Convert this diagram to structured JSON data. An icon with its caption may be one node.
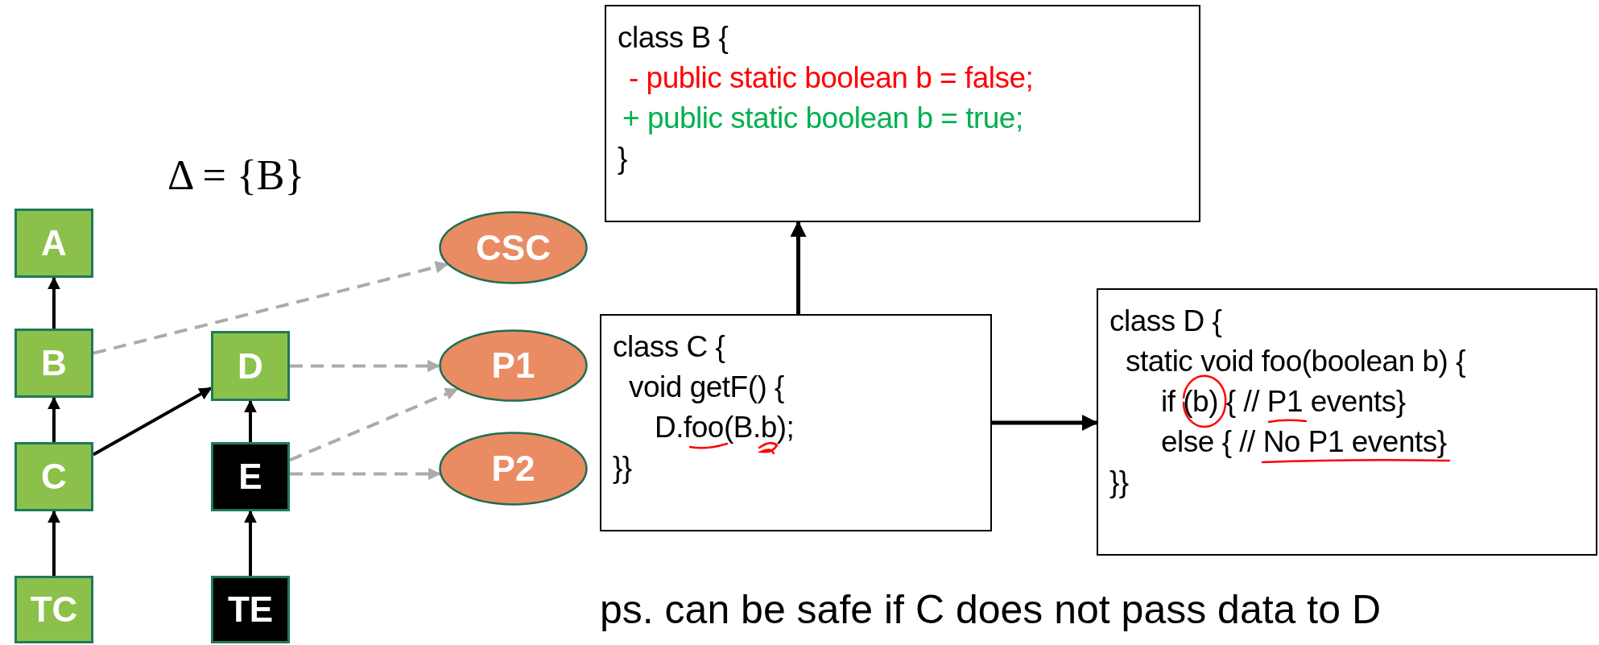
{
  "diagram": {
    "nodes": [
      {
        "text": [
          "class B {",
          "- public static boolean b = false;",
          "+ public static boolean b = true;",
          "}"
        ]
      },
      {
        "text": [
          "A"
        ]
      },
      {
        "text": [
          "CSC"
        ]
      },
      {
        "text": [
          "B"
        ]
      },
      {
        "text": [
          "D"
        ]
      },
      {
        "text": [
          "P1"
        ]
      },
      {
        "text": [
          "class C {",
          "void getF() {",
          "D.foo(B.b);",
          "}}"
        ]
      },
      {
        "text": [
          "class D {",
          "static void foo(boolean b) {",
          "if (b) { // P1 events}",
          "else { // No P1 events}",
          "}}"
        ]
      },
      {
        "text": [
          "C"
        ]
      },
      {
        "text": [
          "E"
        ]
      },
      {
        "text": [
          "P2"
        ]
      },
      {
        "text": [
          "TC"
        ]
      },
      {
        "text": [
          "TE"
        ]
      }
    ],
    "edges": [
      {
        "from": 3,
        "to": 1,
        "arrow": "to"
      },
      {
        "from": 8,
        "to": 3,
        "arrow": "to"
      },
      {
        "from": 11,
        "to": 8,
        "arrow": "to"
      },
      {
        "from": 8,
        "to": 4,
        "arrow": "to"
      },
      {
        "from": 9,
        "to": 4,
        "arrow": "to"
      },
      {
        "from": 12,
        "to": 9,
        "arrow": "to"
      },
      {
        "from": 3,
        "to": 2,
        "arrow": "to",
        "style": "dashed",
        "color": "#aeaaaa"
      },
      {
        "from": 4,
        "to": 5,
        "arrow": "to",
        "style": "dashed",
        "color": "#aeaaaa"
      },
      {
        "from": 9,
        "to": 5,
        "arrow": "to",
        "style": "dashed",
        "color": "#aeaaaa"
      },
      {
        "from": 9,
        "to": 10,
        "arrow": "to",
        "style": "dashed",
        "color": "#aeaaaa"
      },
      {
        "from": 6,
        "to": 0,
        "arrow": "to"
      },
      {
        "from": 6,
        "to": 7,
        "arrow": "to"
      }
    ],
    "labels": [
      "Δ = {B}",
      "ps. can be safe if C does not pass data to D"
    ]
  }
}
